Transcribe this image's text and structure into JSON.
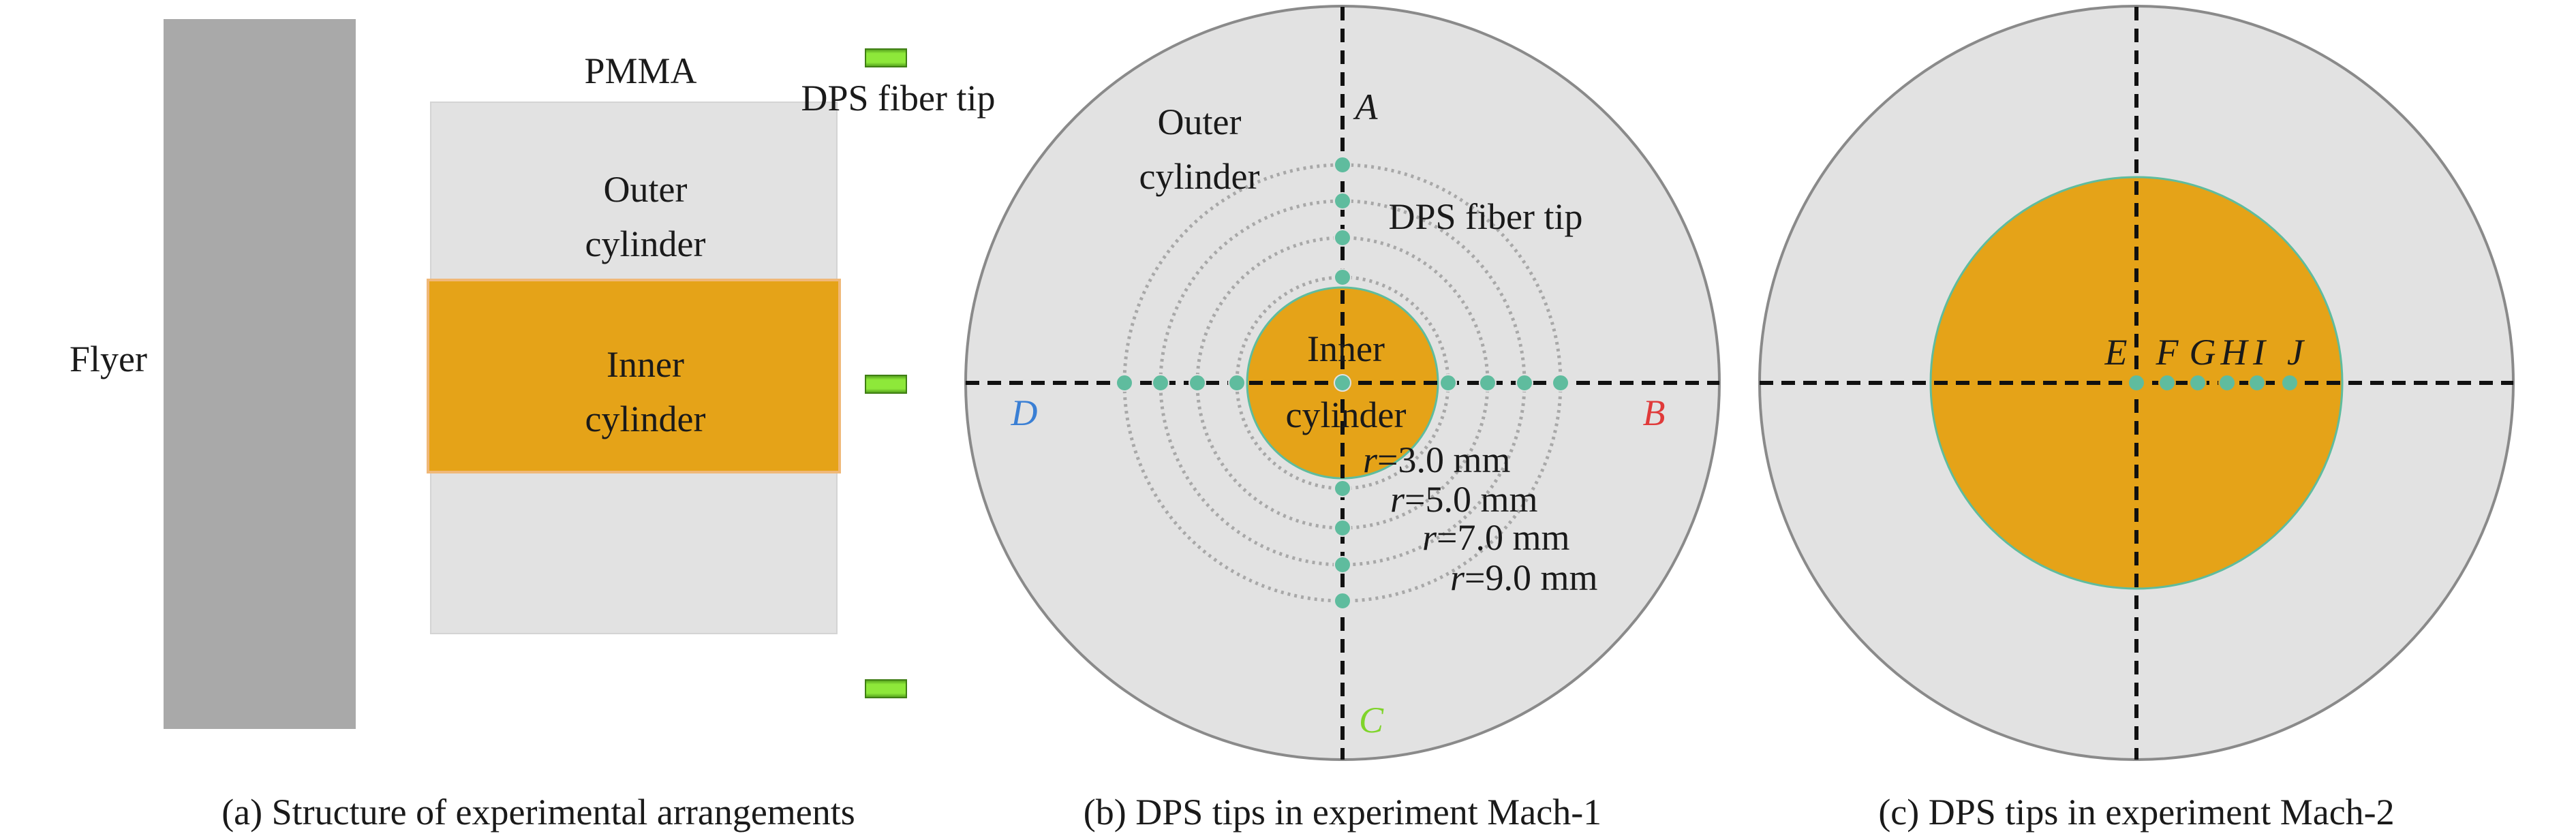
{
  "panel_a": {
    "flyer_label": "Flyer",
    "pmma_label": "PMMA",
    "fiber_label": "DPS fiber tip",
    "outer_label_1": "Outer",
    "outer_label_2": "cylinder",
    "inner_label_1": "Inner",
    "inner_label_2": "cylinder",
    "caption": "(a) Structure of experimental arrangements"
  },
  "panel_b": {
    "point_a": "A",
    "point_b": "B",
    "point_c": "C",
    "point_d": "D",
    "outer_label_1": "Outer",
    "outer_label_2": "cylinder",
    "fiber_label": "DPS fiber tip",
    "inner_label_1": "Inner",
    "inner_label_2": "cylinder",
    "r_symbol": "r",
    "radius_labels": [
      "=3.0 mm",
      "=5.0 mm",
      "=7.0 mm",
      "=9.0 mm"
    ],
    "caption": "(b) DPS tips in experiment Mach-1"
  },
  "panel_c": {
    "point_e": "E",
    "point_f": "F",
    "point_g": "G",
    "point_h": "H",
    "point_i": "I",
    "point_j": "J",
    "caption": "(c) DPS tips in experiment Mach-2"
  },
  "colors": {
    "flyer": "#a9a9a9",
    "pmma": "#e2e2e2",
    "inner": "#e5a318",
    "fiber": "#7fdc2a",
    "tip_dot": "#5fbc9e",
    "point_b": "#e03a3a",
    "point_c": "#7fd42a",
    "point_d": "#3a7fd4"
  }
}
